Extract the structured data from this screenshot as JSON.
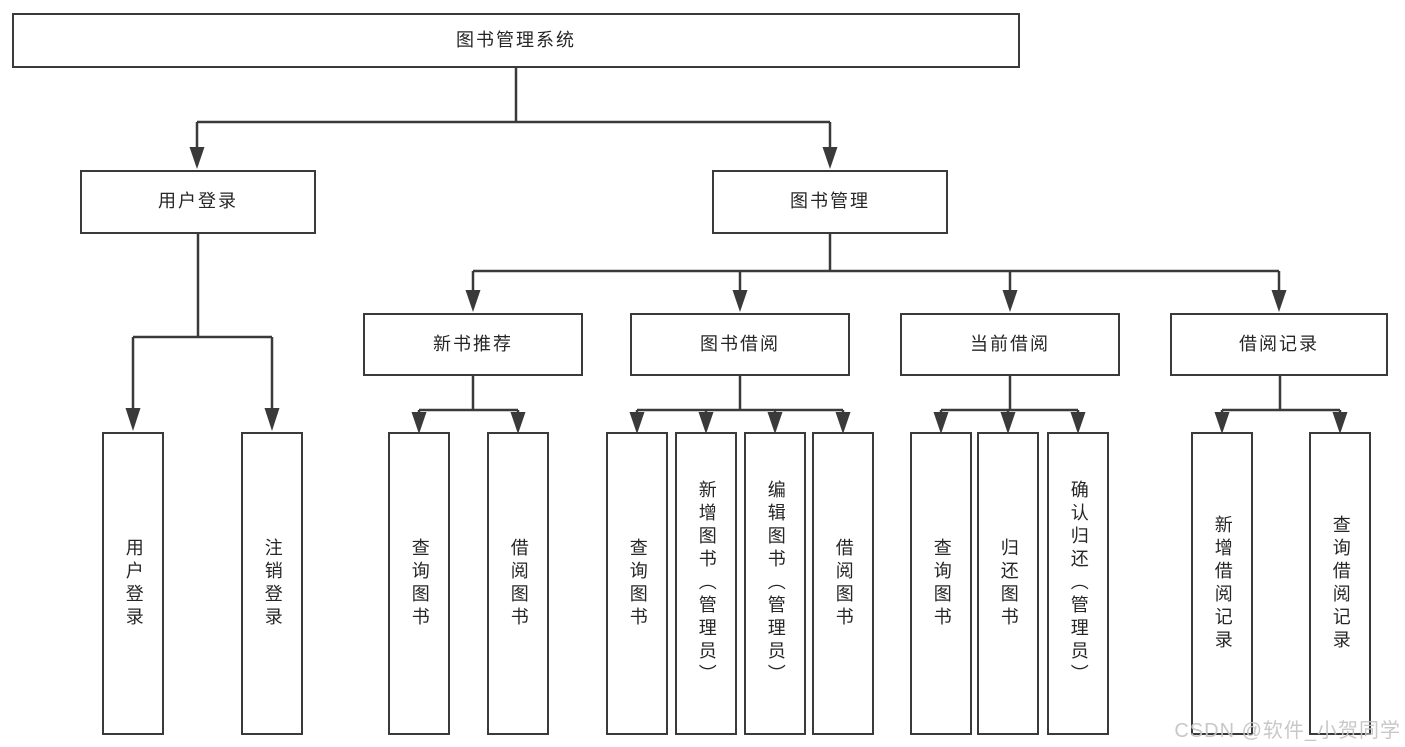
{
  "diagram": {
    "root": {
      "label": "图书管理系统"
    },
    "level2": [
      {
        "id": "user-login",
        "label": "用户登录"
      },
      {
        "id": "book-management",
        "label": "图书管理"
      }
    ],
    "level3": [
      {
        "id": "new-book-recommend",
        "label": "新书推荐"
      },
      {
        "id": "book-borrowing",
        "label": "图书借阅"
      },
      {
        "id": "current-borrowing",
        "label": "当前借阅"
      },
      {
        "id": "borrowing-records",
        "label": "借阅记录"
      }
    ],
    "leaves": [
      {
        "id": "user-login-action",
        "parent": "user-login",
        "label": "用户登录"
      },
      {
        "id": "logout-action",
        "parent": "user-login",
        "label": "注销登录"
      },
      {
        "id": "query-books-1",
        "parent": "new-book-recommend",
        "label": "查询图书"
      },
      {
        "id": "borrow-books-1",
        "parent": "new-book-recommend",
        "label": "借阅图书"
      },
      {
        "id": "query-books-2",
        "parent": "book-borrowing",
        "label": "查询图书"
      },
      {
        "id": "add-books-admin",
        "parent": "book-borrowing",
        "label": "新增图书（管理员）"
      },
      {
        "id": "edit-books-admin",
        "parent": "book-borrowing",
        "label": "编辑图书（管理员）"
      },
      {
        "id": "borrow-books-2",
        "parent": "book-borrowing",
        "label": "借阅图书"
      },
      {
        "id": "query-books-3",
        "parent": "current-borrowing",
        "label": "查询图书"
      },
      {
        "id": "return-books",
        "parent": "current-borrowing",
        "label": "归还图书"
      },
      {
        "id": "confirm-return-admin",
        "parent": "current-borrowing",
        "label": "确认归还（管理员）"
      },
      {
        "id": "add-borrow-record",
        "parent": "borrowing-records",
        "label": "新增借阅记录"
      },
      {
        "id": "query-borrow-record",
        "parent": "borrowing-records",
        "label": "查询借阅记录"
      }
    ]
  },
  "watermark": {
    "text": "CSDN @软件_小贺同学"
  },
  "colors": {
    "line": "#3a3a3a",
    "box_border": "#3a3a3a",
    "text": "#262626",
    "background": "#ffffff",
    "watermark": "#c5c5c5"
  }
}
